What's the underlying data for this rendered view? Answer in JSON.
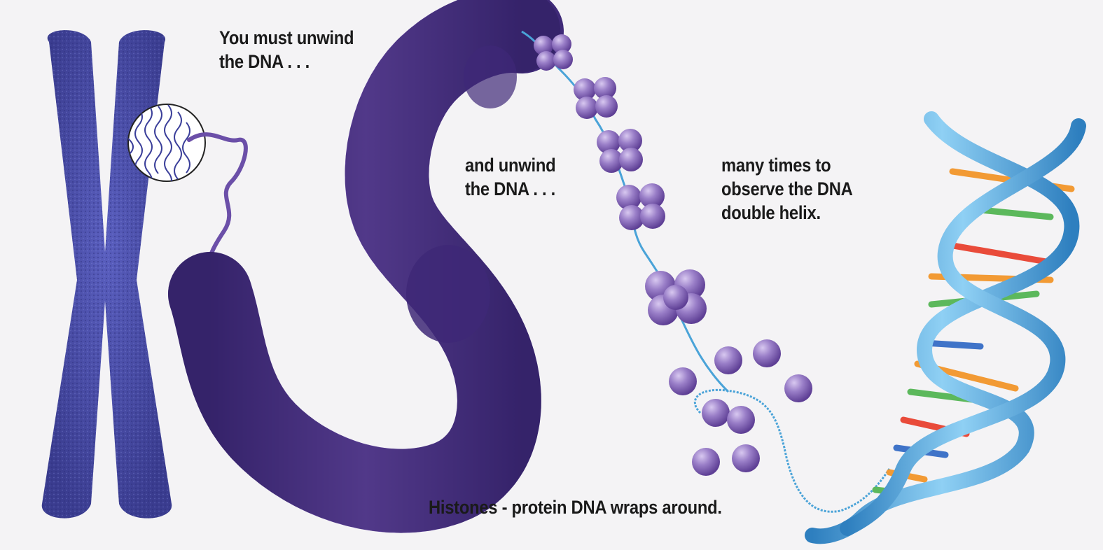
{
  "captions": {
    "unwind_1": [
      "You must unwind",
      "the DNA . . ."
    ],
    "unwind_2": [
      "and unwind",
      "the DNA . . ."
    ],
    "many_times": [
      "many times to",
      "observe the DNA",
      "double helix."
    ],
    "histones": "Histones - protein DNA wraps around."
  },
  "colors": {
    "chromosome": "#4b4fa6",
    "chromatin": "#6a4aa6",
    "nucleosome": "#9a7fc8",
    "helix_backbone": "#4aa3d8",
    "base_pairs": [
      "#e94b3a",
      "#f29a34",
      "#5cb85c",
      "#3f73c8"
    ]
  },
  "icons": [
    "chromosome-icon",
    "magnifier-circle-icon",
    "chromatin-fiber-icon",
    "nucleosome-icon",
    "histone-icon",
    "dna-double-helix-icon"
  ]
}
